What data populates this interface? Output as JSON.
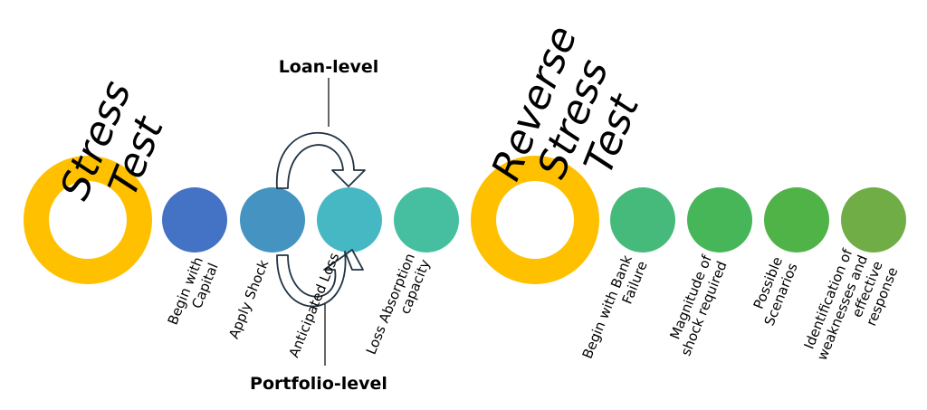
{
  "stress_test": {
    "title_line1": "Stress",
    "title_line2": "Test",
    "ring_color": "#FFC000"
  },
  "reverse_stress_test": {
    "title_line1": "Reverse",
    "title_line2": "Stress",
    "title_line3": "Test",
    "ring_color": "#FFC000"
  },
  "steps": [
    {
      "line1": "Begin with",
      "line2": "Capital",
      "color": "#4472C4"
    },
    {
      "line1": "Apply Shock",
      "line2": "",
      "color": "#4493C1"
    },
    {
      "line1": "Anticipated Loss",
      "line2": "",
      "color": "#45B8C4"
    },
    {
      "line1": "Loss Absorption",
      "line2": "capacity",
      "color": "#45BFA0"
    },
    {
      "line1": "Begin with Bank",
      "line2": "Failure",
      "color": "#45BA7A"
    },
    {
      "line1": "Magnitude of",
      "line2": "shock required",
      "color": "#46B659"
    },
    {
      "line1": "Possible",
      "line2": "Scenarios",
      "color": "#4FB347"
    },
    {
      "line1": "Identification of",
      "line2": "weaknesses and",
      "line3": "effective",
      "line4": "response",
      "color": "#70AD47"
    }
  ],
  "cycle": {
    "top_label": "Loan-level",
    "bottom_label": "Portfolio-level"
  }
}
